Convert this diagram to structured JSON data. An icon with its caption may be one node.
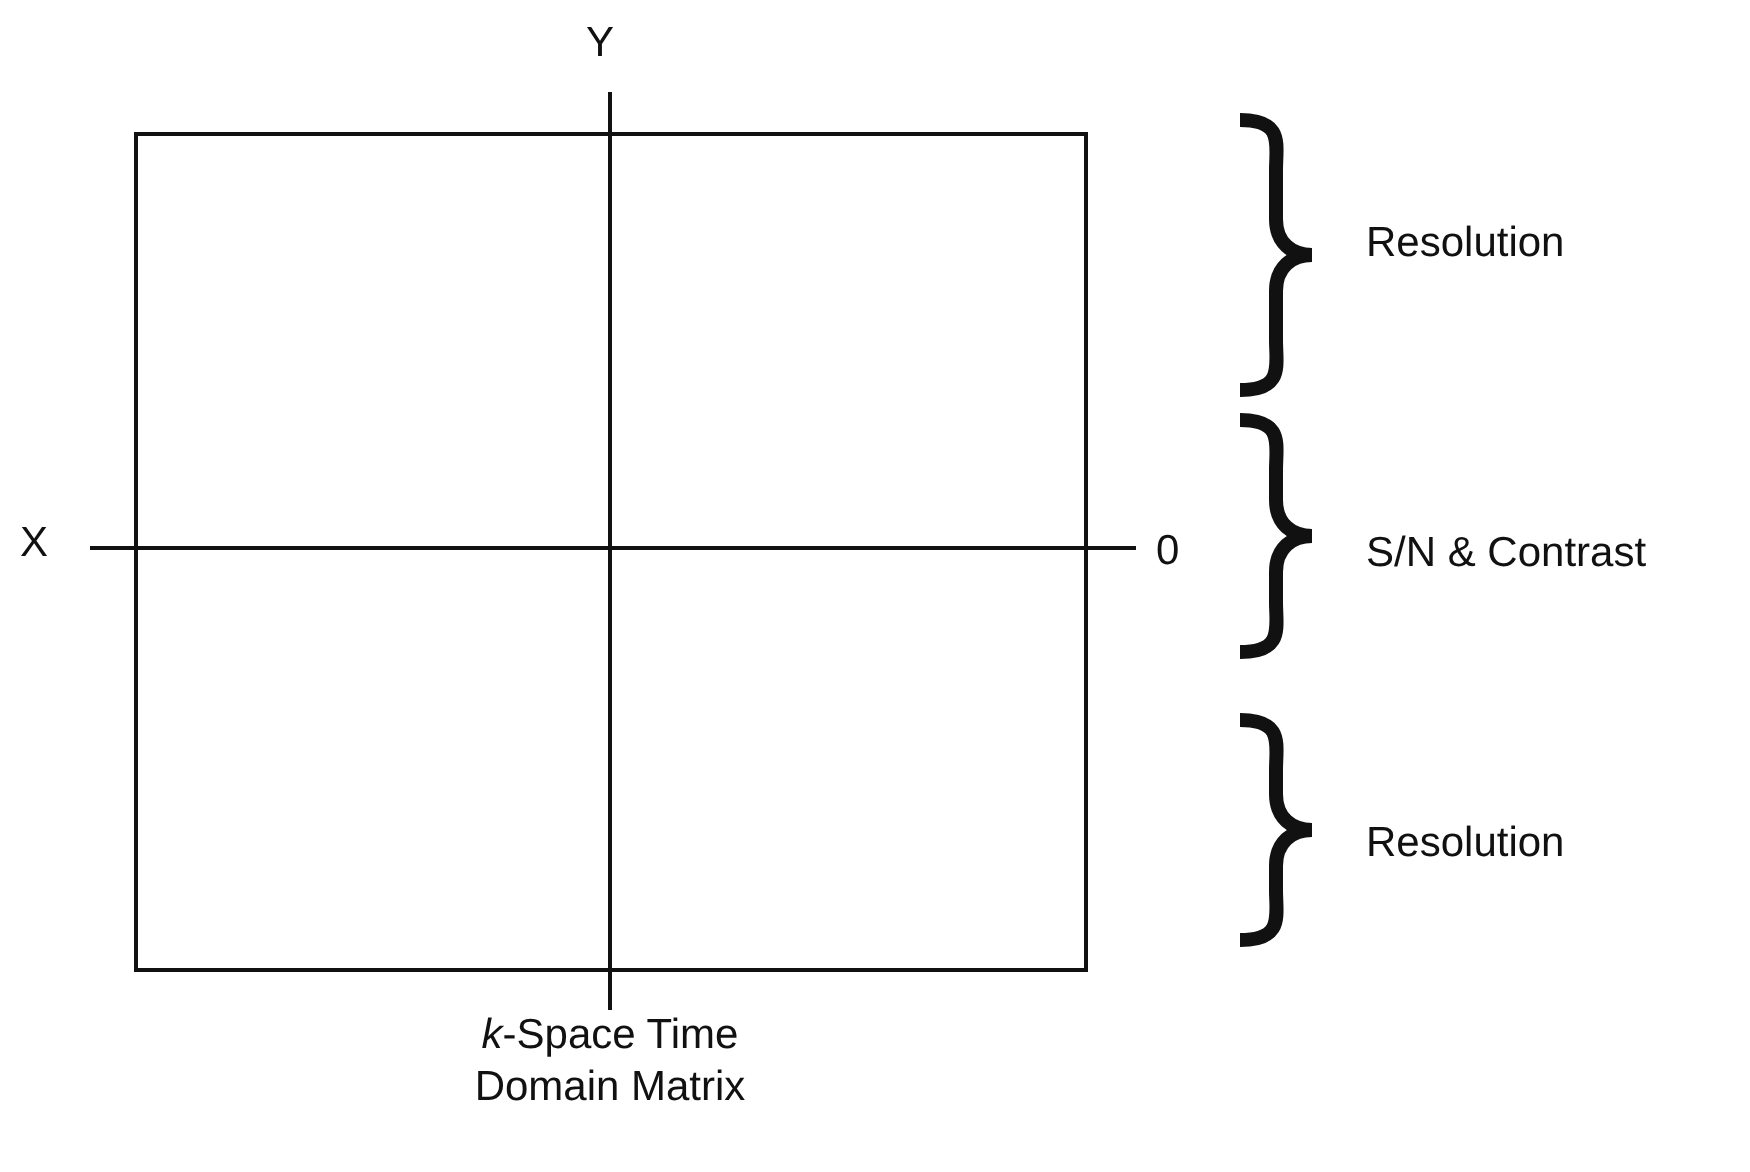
{
  "diagram": {
    "caption": "*k*-Space Time Domain Matrix",
    "labels": [
      "Y",
      "X",
      "0",
      "Resolution",
      "S/N & Contrast",
      "Resolution"
    ]
  }
}
